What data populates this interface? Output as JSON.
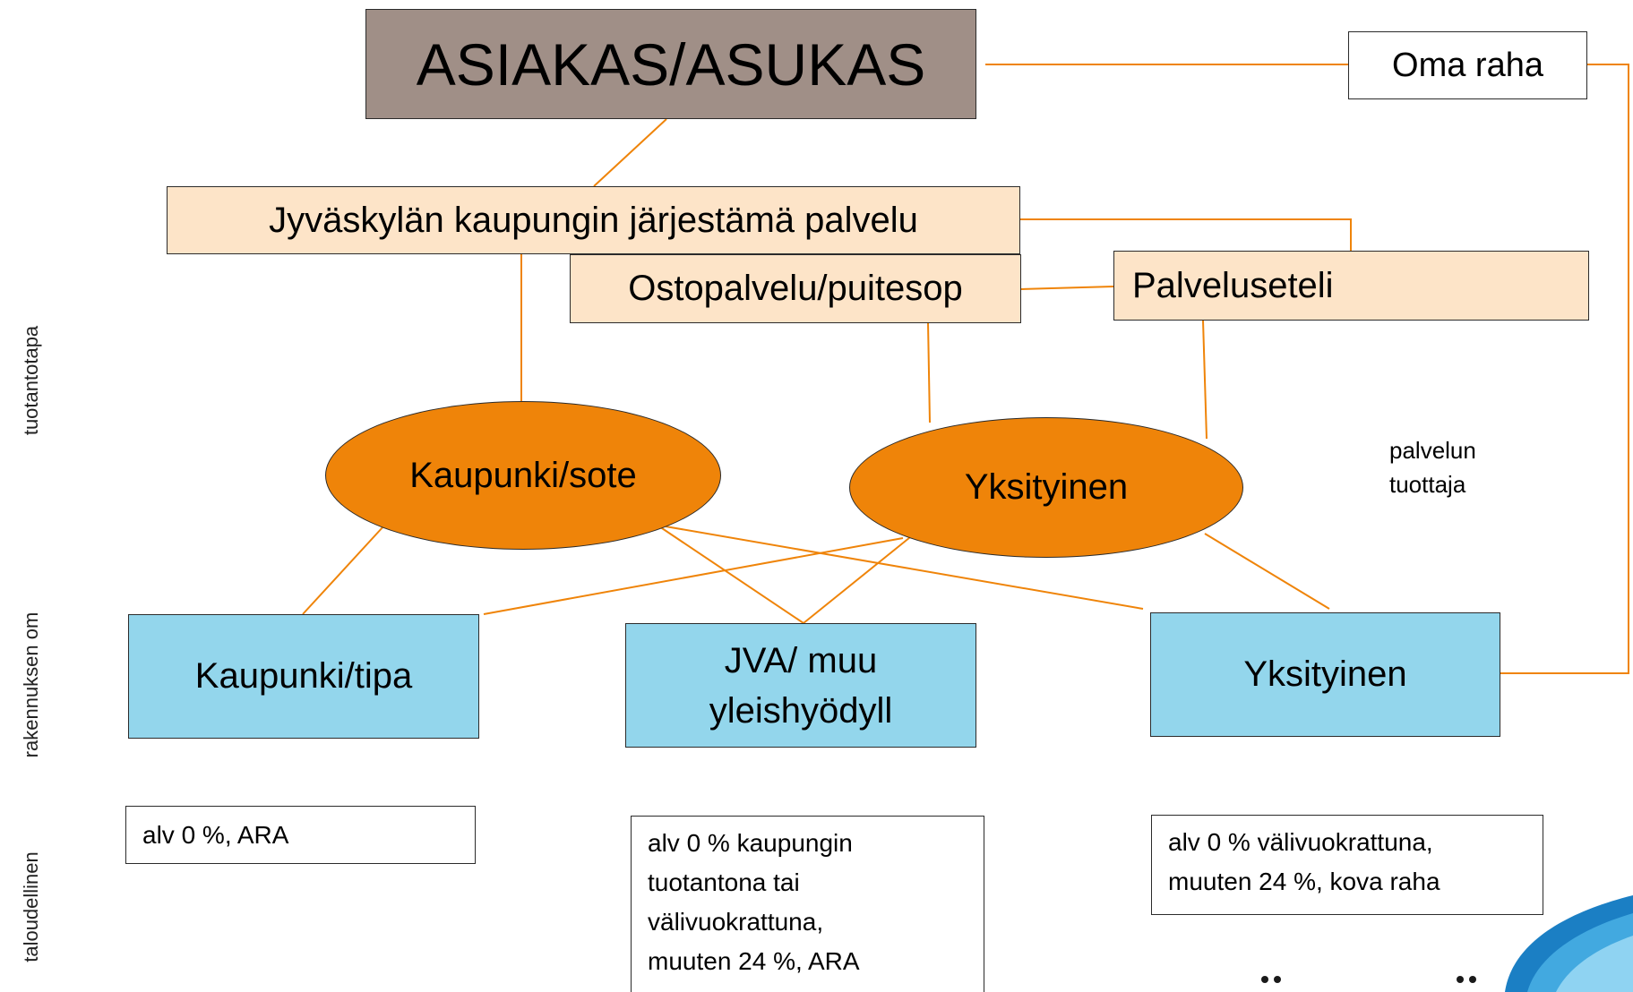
{
  "side_labels": {
    "production": "tuotantotapa",
    "building": "rakennuksen om",
    "economic": "taloudellinen"
  },
  "customer": "ASIAKAS/ASUKAS",
  "own_money": "Oma raha",
  "city_service": "Jyväskylän kaupungin järjestämä palvelu",
  "purchase_service": "Ostopalvelu/puitesop",
  "service_voucher": "Palveluseteli",
  "producers": {
    "city": "Kaupunki/sote",
    "private": "Yksityinen",
    "note_line1": "palvelun",
    "note_line2": "tuottaja"
  },
  "owners": {
    "city": "Kaupunki/tipa",
    "nonprofit_line1": "JVA/ muu",
    "nonprofit_line2": "yleishyödyll",
    "private": "Yksityinen"
  },
  "vat": {
    "city": "alv 0 %, ARA",
    "nonprofit": [
      "alv 0 % kaupungin",
      "tuotantona tai",
      "välivuokrattuna,",
      "muuten 24 %, ARA"
    ],
    "private": [
      "alv 0 % välivuokrattuna,",
      "muuten 24 %, kova raha"
    ]
  },
  "colors": {
    "connector": "#ef8409",
    "customer_box": "#a08f87",
    "service_box": "#fde4c8",
    "producer_ellipse": "#ef8409",
    "owner_box": "#93d6ec",
    "logo_blue": "#1b7fc4"
  }
}
